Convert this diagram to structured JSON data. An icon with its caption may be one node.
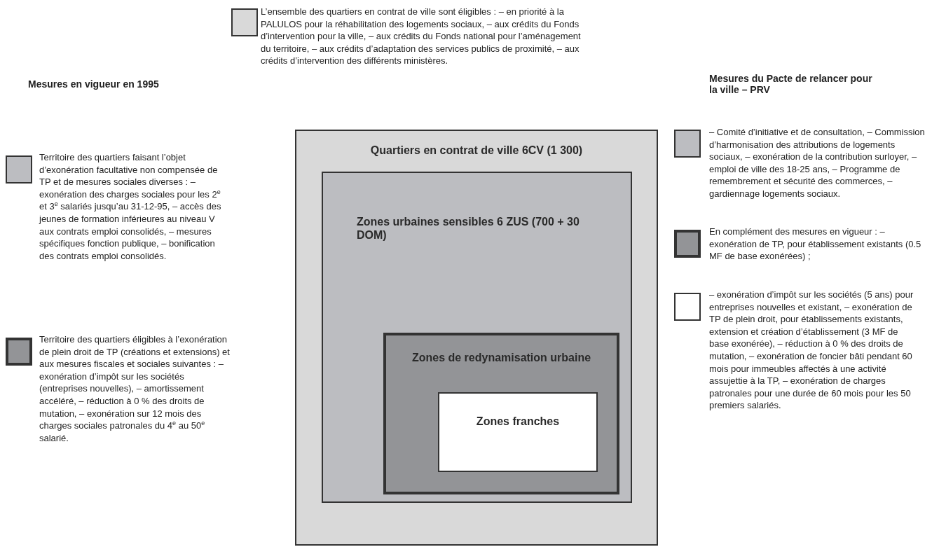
{
  "diagram": {
    "nodes": [
      {
        "text": [
          "Quartiers en contrat de ville 6CV (1 300)"
        ]
      },
      {
        "text": [
          "Zones urbaines sensibles 6 ZUS (700 + 30 DOM)"
        ],
        "in": 0
      },
      {
        "text": [
          "Zones de redynamisation urbaine"
        ],
        "in": 1
      },
      {
        "text": [
          "Zones franches"
        ],
        "in": 2
      }
    ],
    "labels": [
      "Mesures en vigueur en 1995",
      "Mesures du Pacte de relancer pour la ville – PRV"
    ],
    "legend": [
      {
        "text": "L’ensemble des quartiers en contrat de ville sont éligibles : – en priorité à la PALULOS pour la réhabilitation des logements sociaux, – aux crédits du Fonds d’intervention pour la ville, – aux crédits du Fonds national pour l’aménagement du territoire, – aux crédits d’adaptation des services publics de proximité, – aux crédits d’intervention des différents ministères.",
        "color": "#d9d9d9"
      },
      {
        "text": "Territoire des quartiers faisant l’objet d’exonération facultative non compensée de TP et de mesures sociales diverses : – exonération des charges sociales pour les 2$^{e}$ et 3$^{e}$ salariés jusqu’au 31-12-95, – accès des jeunes de formation inférieures au niveau V aux contrats emploi consolidés, – mesures spécifiques fonction publique, – bonification des contrats emploi consolidés.",
        "color": "#bcbdc1"
      },
      {
        "text": "Territoire des quartiers éligibles à l’exonération de plein droit de TP (créations et extensions) et aux mesures fiscales et sociales suivantes : – exonération d’impôt sur les sociétés (entreprises nouvelles), – amortissement accéléré, – réduction à 0 % des droits de mutation, – exonération sur 12 mois des charges sociales patronales du 4$^{e}$ au 50$^{e}$ salarié.",
        "color": "#939497"
      },
      {
        "text": "– Comité d’initiative et de consultation, – Commission d’harmonisation des attributions de logements sociaux, – exonération de la contribution surloyer, – emploi de ville des 18-25 ans, – Programme de remembrement et sécurité des commerces, – gardiennage logements sociaux.",
        "color": "#bcbdc1"
      },
      {
        "text": "En complément des mesures en vigueur : – exonération de TP, pour établissement existants (0.5 MF de base exonérées) ;",
        "color": "#939497"
      },
      {
        "text": "– exonération d’impôt sur les sociétés (5 ans) pour entreprises nouvelles et existant, – exonération de TP de plein droit, pour établissements existants, extension et création d’établissement (3 MF de base exonérée), – réduction à 0 % des droits de mutation, – exonération de foncier bâti pendant 60 mois pour immeubles affectés à une activité assujettie à la TP, – exonération de charges patronales pour une durée de 60 mois pour les 50 premiers salariés.",
        "color": "#ffffff"
      }
    ]
  }
}
